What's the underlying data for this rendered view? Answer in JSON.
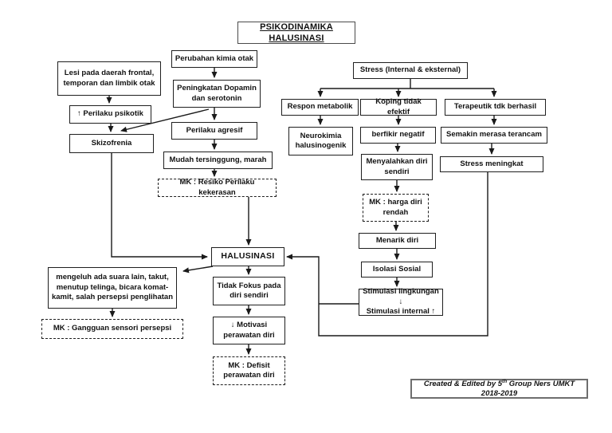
{
  "title": "PSIKODINAMIKA HALUSINASI",
  "nodes": {
    "lesi": {
      "label": "Lesi pada daerah frontal,\ntemporan dan limbik otak"
    },
    "perilaku_psikotik": {
      "label": "↑ Perilaku psikotik"
    },
    "skizofrenia": {
      "label": "Skizofrenia"
    },
    "perubahan_kimia": {
      "label": "Perubahan kimia otak"
    },
    "peningkatan": {
      "label": "Peningkatan Dopamin\ndan serotonin"
    },
    "perilaku_agresif": {
      "label": "Perilaku agresif"
    },
    "mudah_tersinggung": {
      "label": "Mudah tersinggung, marah"
    },
    "mk_resiko": {
      "label": "MK : Resiko Perilaku kekerasan"
    },
    "stress": {
      "label": "Stress (Internal & eksternal)"
    },
    "respon_metabolik": {
      "label": "Respon metabolik"
    },
    "koping": {
      "label": "Koping tidak efektif"
    },
    "terapeutik": {
      "label": "Terapeutik tdk berhasil"
    },
    "neurokimia": {
      "label": "Neurokimia\nhalusinogenik"
    },
    "berfikir": {
      "label": "berfikir negatif"
    },
    "semakin": {
      "label": "Semakin merasa terancam"
    },
    "menyalahkan": {
      "label": "Menyalahkan diri\nsendiri"
    },
    "stress_meningkat": {
      "label": "Stress meningkat"
    },
    "mk_harga": {
      "label": "MK : harga diri\nrendah"
    },
    "menarik_diri": {
      "label": "Menarik diri"
    },
    "isolasi_sosial": {
      "label": "Isolasi Sosial"
    },
    "stimulasi": {
      "label": "Stimulasi lingkungan ↓\nStimulasi internal ↑"
    },
    "halusinasi": {
      "label": "HALUSINASI"
    },
    "tidak_fokus": {
      "label": "Tidak Fokus pada\ndiri sendiri"
    },
    "motivasi": {
      "label": "↓ Motivasi\nperawatan diri"
    },
    "mk_defisit": {
      "label": "MK : Defisit\nperawatan diri"
    },
    "mengeluh": {
      "label": "mengeluh ada suara lain, takut,\nmenutup telinga, bicara komat-\nkamit, salah persepsi penglihatan"
    },
    "mk_gangguan": {
      "label": "MK : Gangguan sensori persepsi"
    }
  },
  "credit": {
    "text_before": "Created & Edited by 5",
    "superscript": "th",
    "text_after": " Group Ners UMKT 2018-2019"
  },
  "colors": {
    "line": "#1a1a1a",
    "box_border": "#1f1f1f",
    "credit_border": "#6e6e6e",
    "background": "#ffffff"
  }
}
